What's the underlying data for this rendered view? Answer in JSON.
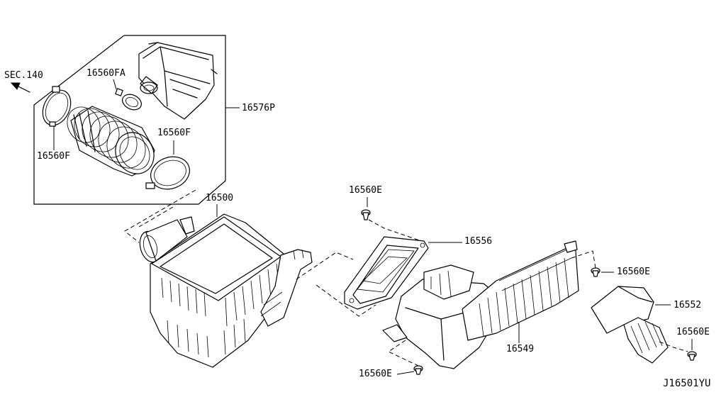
{
  "figure_id": "J16501YU",
  "section_ref": {
    "label": "SEC.140",
    "icon": "arrow-up-left-icon"
  },
  "parts": {
    "16576P": "16576P",
    "16560FA": "16560FA",
    "16560F_left": "16560F",
    "16560F_right": "16560F",
    "16500": "16500",
    "16560E_top": "16560E",
    "16556": "16556",
    "16549": "16549",
    "16560E_right": "16560E",
    "16552": "16552",
    "16560E_right_bottom": "16560E",
    "16560E_bottom": "16560E"
  }
}
